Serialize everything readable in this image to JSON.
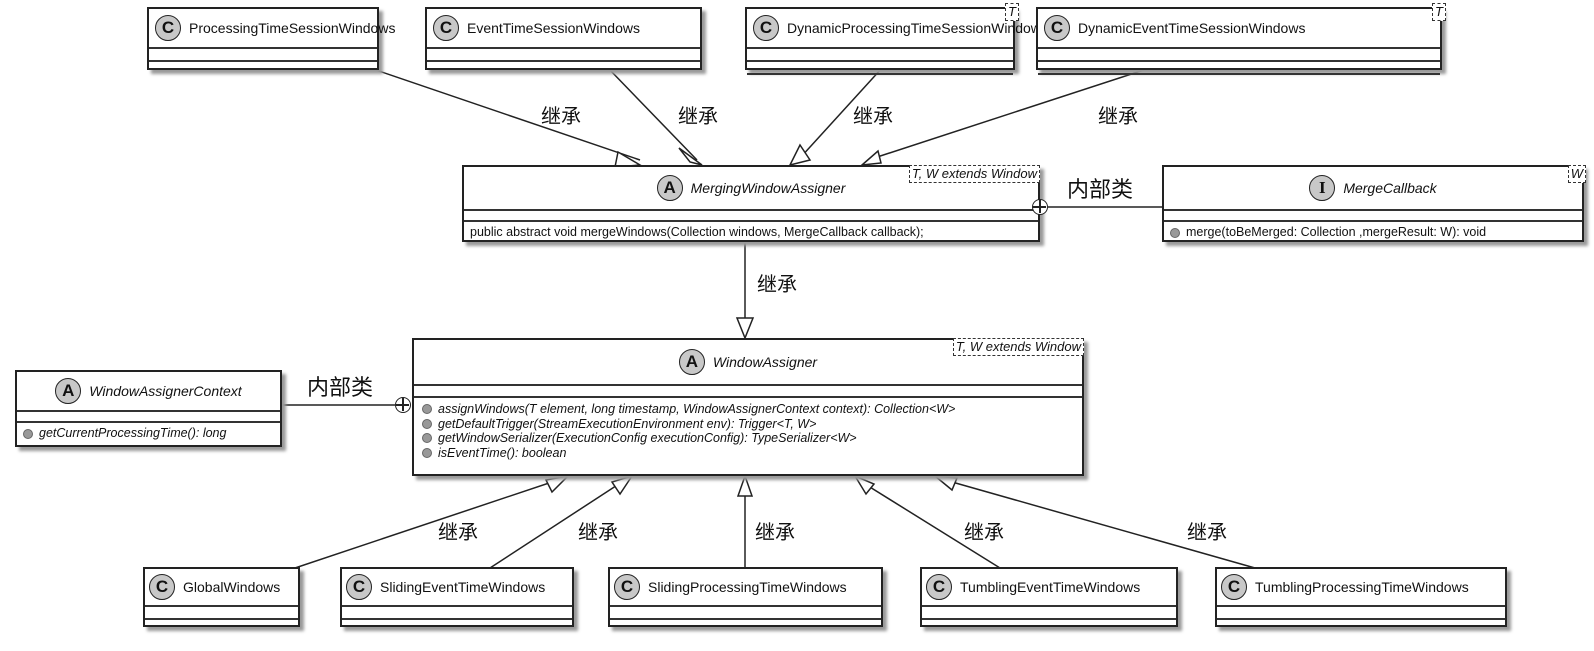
{
  "diagram": {
    "type": "UML class diagram",
    "relation_labels": {
      "inherit": "继承",
      "inner_class": "内部类"
    },
    "top_classes": [
      {
        "stereotype": "C",
        "name": "ProcessingTimeSessionWindows",
        "type_params": ""
      },
      {
        "stereotype": "C",
        "name": "EventTimeSessionWindows",
        "type_params": ""
      },
      {
        "stereotype": "C",
        "name": "DynamicProcessingTimeSessionWindows",
        "type_params": "T"
      },
      {
        "stereotype": "C",
        "name": "DynamicEventTimeSessionWindows",
        "type_params": "T"
      }
    ],
    "merging_window_assigner": {
      "stereotype": "A",
      "name": "MergingWindowAssigner",
      "type_params": "T, W extends Window",
      "methods": [
        "public abstract void mergeWindows(Collection windows, MergeCallback callback);"
      ]
    },
    "merge_callback": {
      "stereotype": "I",
      "name": "MergeCallback",
      "type_params": "W",
      "methods": [
        "merge(toBeMerged: Collection ,mergeResult: W): void"
      ]
    },
    "window_assigner": {
      "stereotype": "A",
      "name": "WindowAssigner",
      "type_params": "T, W extends Window",
      "methods": [
        "assignWindows(T element, long timestamp, WindowAssignerContext context): Collection<W>",
        "getDefaultTrigger(StreamExecutionEnvironment env): Trigger<T, W>",
        "getWindowSerializer(ExecutionConfig executionConfig): TypeSerializer<W>",
        "isEventTime():   boolean"
      ]
    },
    "window_assigner_context": {
      "stereotype": "A",
      "name": "WindowAssignerContext",
      "methods": [
        "getCurrentProcessingTime(): long"
      ]
    },
    "bottom_classes": [
      {
        "stereotype": "C",
        "name": "GlobalWindows"
      },
      {
        "stereotype": "C",
        "name": "SlidingEventTimeWindows"
      },
      {
        "stereotype": "C",
        "name": "SlidingProcessingTimeWindows"
      },
      {
        "stereotype": "C",
        "name": "TumblingEventTimeWindows"
      },
      {
        "stereotype": "C",
        "name": "TumblingProcessingTimeWindows"
      }
    ]
  }
}
